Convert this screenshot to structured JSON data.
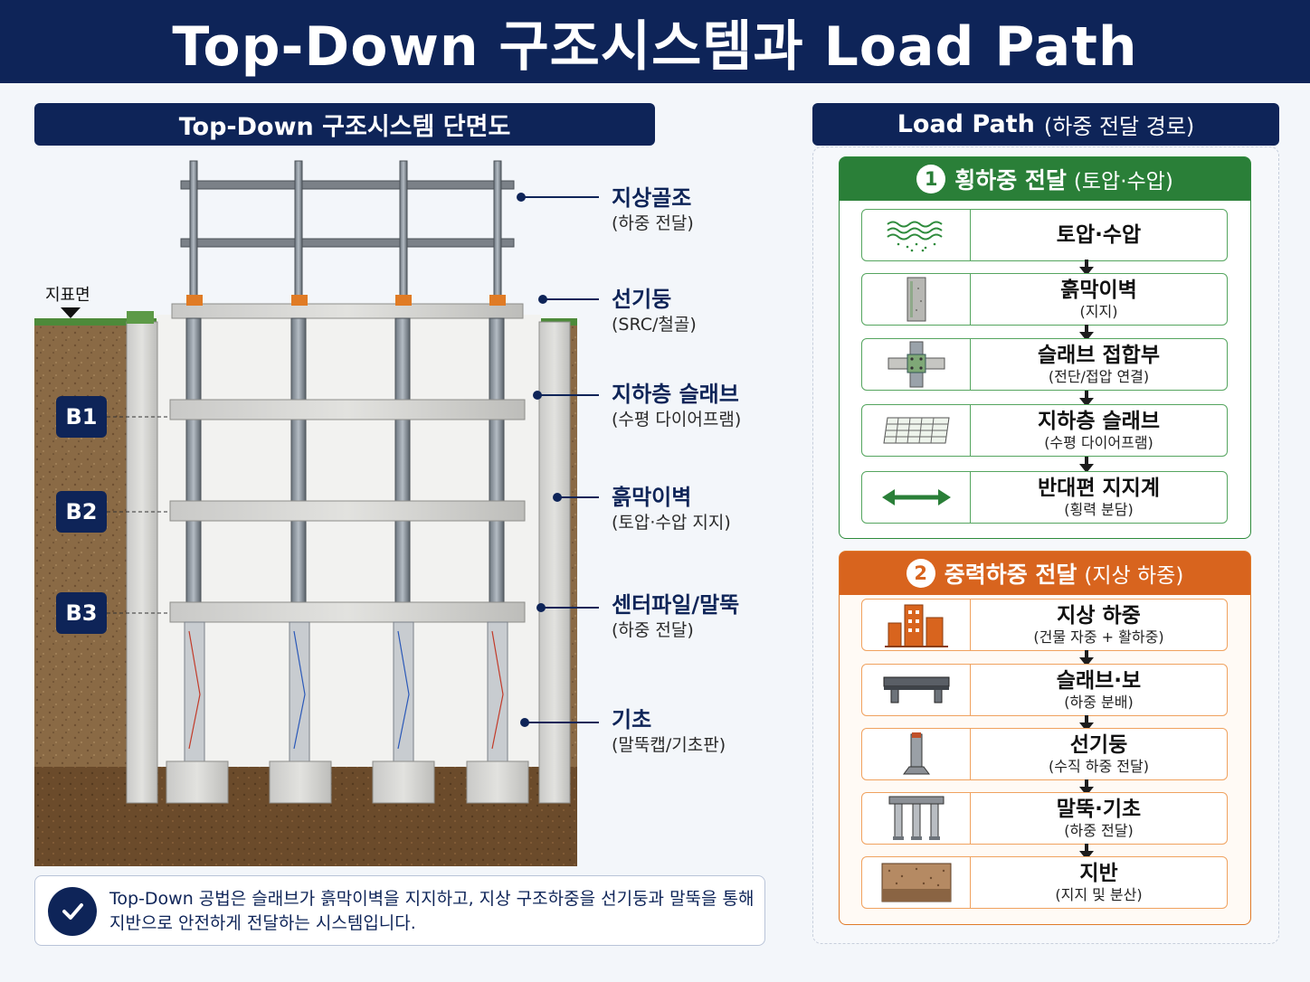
{
  "title": "Top-Down 구조시스템과 Load Path",
  "section_left": "Top-Down 구조시스템 단면도",
  "section_right": {
    "main": "Load Path",
    "sub": "(하중 전달 경로)"
  },
  "ground_label": "지표면",
  "levels": [
    "B1",
    "B2",
    "B3"
  ],
  "callouts": [
    {
      "title": "지상골조",
      "sub": "(하중 전달)"
    },
    {
      "title": "선기둥",
      "sub": "(SRC/철골)"
    },
    {
      "title": "지하층 슬래브",
      "sub": "(수평 다이어프램)"
    },
    {
      "title": "흙막이벽",
      "sub": "(토압·수압 지지)"
    },
    {
      "title": "센터파일/말뚝",
      "sub": "(하중 전달)"
    },
    {
      "title": "기초",
      "sub": "(말뚝캡/기초판)"
    }
  ],
  "note": "Top-Down 공법은 슬래브가 흙막이벽을 지지하고, 지상 구조하중을 선기둥과 말뚝을 통해 지반으로 안전하게 전달하는 시스템입니다.",
  "groups": [
    {
      "num": "1",
      "title": "횡하중 전달",
      "sub": "(토압·수압)",
      "color": "#2a7f38",
      "steps": [
        {
          "icon": "water-pressure-icon",
          "t1": "토압·수압",
          "t2": ""
        },
        {
          "icon": "retaining-wall-icon",
          "t1": "흙막이벽",
          "t2": "(지지)"
        },
        {
          "icon": "slab-joint-icon",
          "t1": "슬래브 접합부",
          "t2": "(전단/접압 연결)"
        },
        {
          "icon": "slab-grid-icon",
          "t1": "지하층 슬래브",
          "t2": "(수평 다이어프램)"
        },
        {
          "icon": "double-arrow-icon",
          "t1": "반대편 지지계",
          "t2": "(횡력 분담)"
        }
      ]
    },
    {
      "num": "2",
      "title": "중력하중 전달",
      "sub": "(지상 하중)",
      "color": "#d8641e",
      "steps": [
        {
          "icon": "building-icon",
          "t1": "지상 하중",
          "t2": "(건물 자중 + 활하중)"
        },
        {
          "icon": "slab-beam-icon",
          "t1": "슬래브·보",
          "t2": "(하중 분배)"
        },
        {
          "icon": "column-icon",
          "t1": "선기둥",
          "t2": "(수직 하중 전달)"
        },
        {
          "icon": "piles-icon",
          "t1": "말뚝·기초",
          "t2": "(하중 전달)"
        },
        {
          "icon": "ground-icon",
          "t1": "지반",
          "t2": "(지지 및 분산)"
        }
      ]
    }
  ]
}
